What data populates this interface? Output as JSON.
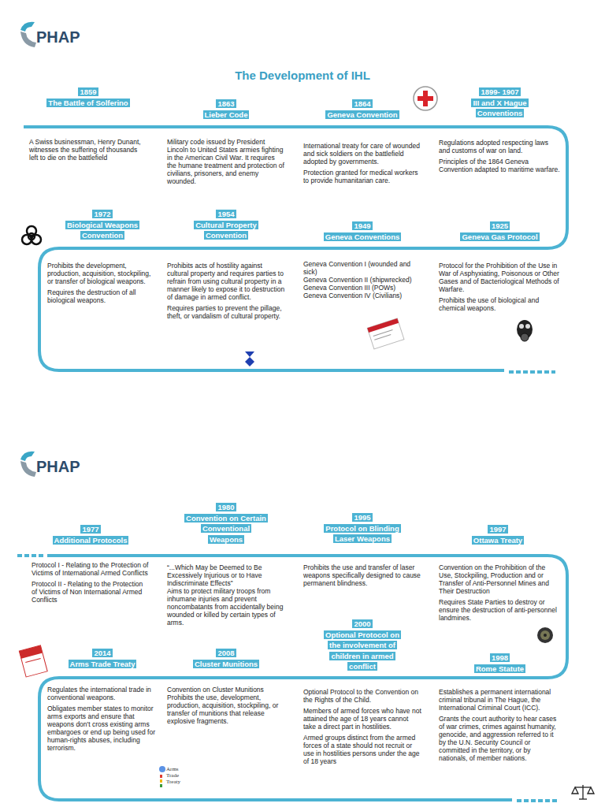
{
  "diagram": {
    "title": "The Development of IHL",
    "nodes": [
      {
        "text": [
          "1859",
          "The Battle of Solferino",
          "A Swiss businessman, Henry Dunant, witnesses the suffering of thousands left to die on the battlefield"
        ]
      },
      {
        "text": [
          "1863",
          "Lieber Code",
          "Military code issued by President Lincoln to United States armies fighting in the American Civil War. It requires the humane treatment and protection of civilians, prisoners, and enemy wounded."
        ]
      },
      {
        "text": [
          "1864",
          "Geneva Convention",
          "International treaty for care of wounded and sick soldiers on the battlefield adopted by governments.",
          "Protection granted for medical workers to provide humanitarian care."
        ]
      },
      {
        "text": [
          "1899- 1907",
          "III and X Hague Conventions",
          "Regulations adopted respecting laws and customs of war on land.",
          "Principles of the 1864 Geneva Convention adapted to maritime warfare."
        ]
      },
      {
        "text": [
          "1972",
          "Biological Weapons Convention",
          "Prohibits the development, production, acquisition, stockpiling, or transfer of biological weapons.",
          "Requires the destruction of all biological weapons."
        ]
      },
      {
        "text": [
          "1954",
          "Cultural Property Convention",
          "Prohibits acts of hostility against cultural property and requires parties to refrain from using cultural property in a manner likely to expose it to destruction of damage in armed conflict.",
          "Requires parties to prevent the pillage, theft, or vandalism of cultural property."
        ]
      },
      {
        "text": [
          "1949",
          "Geneva Conventions",
          "Geneva Convention I (wounded and sick)",
          "Geneva Convention II (shipwrecked)",
          "Geneva Convention III (POWs)",
          "Geneva Convention IV (Civilians)"
        ]
      },
      {
        "text": [
          "1925",
          "Geneva Gas Protocol",
          "Protocol for the Prohibition of the Use in War of Asphyxiating, Poisonous or Other Gases and of Bacteriological Methods of Warfare.",
          "Prohibits the use of biological and chemical weapons."
        ]
      },
      {
        "text": [
          "1977",
          "Additional Protocols",
          "Protocol I - Relating to the Protection of Victims of International Armed Conflicts",
          "Protocol II - Relating to the Protection of Victims of Non International Armed Conflicts"
        ]
      },
      {
        "text": [
          "1980",
          "Convention on Certain Conventional Weapons",
          "“...Which May be Deemed to Be Excessively Injurious or to Have Indiscriminate Effects”",
          "Aims to protect military troops from inhumane injuries and prevent noncombatants from accidentally being wounded or killed by certain types of arms."
        ]
      },
      {
        "text": [
          "1995",
          "Protocol on Blinding Laser Weapons",
          "Prohibits the use and transfer of laser weapons specifically designed to cause permanent blindness."
        ]
      },
      {
        "text": [
          "1997",
          "Ottawa Treaty",
          "Convention on the Prohibition of the Use, Stockpiling, Production and or Transfer of Anti-Personnel Mines and Their Destruction",
          "Requires State Parties to destroy or ensure the destruction of anti-personnel landmines."
        ]
      },
      {
        "text": [
          "2014",
          "Arms Trade Treaty",
          "Regulates the international trade in conventional weapons.",
          "Obligates member states to monitor arms exports and ensure that weapons don't cross existing arms embargoes or end up being used for human-rights abuses, including terrorism."
        ]
      },
      {
        "text": [
          "2008",
          "Cluster Munitions",
          "Convention on Cluster Munitions Prohibits the use, development, production, acquisition, stockpiling, or transfer of munitions that release explosive fragments."
        ]
      },
      {
        "text": [
          "2000",
          "Optional Protocol on the involvement of children in armed conflict",
          "Optional Protocol to the Convention on the Rights of the Child.",
          "Members of armed forces who have not attained the age of 18 years cannot take a direct part in hostilities.",
          "Armed groups distinct from the armed forces of a state should not recruit or use in hostilities persons under the age of 18 years"
        ]
      },
      {
        "text": [
          "1998",
          "Rome Statute",
          "Establishes a permanent international criminal tribunal in The Hague, the International Criminal Court (ICC).",
          "Grants the court authority to hear cases of war crimes, crimes against humanity, genocide, and aggression referred to it by the U.N. Security Council or committed in the territory, or by nationals, of member nations."
        ]
      }
    ],
    "labels": [
      "PHAP",
      "PHAP",
      "Arms Trade Treaty"
    ]
  }
}
